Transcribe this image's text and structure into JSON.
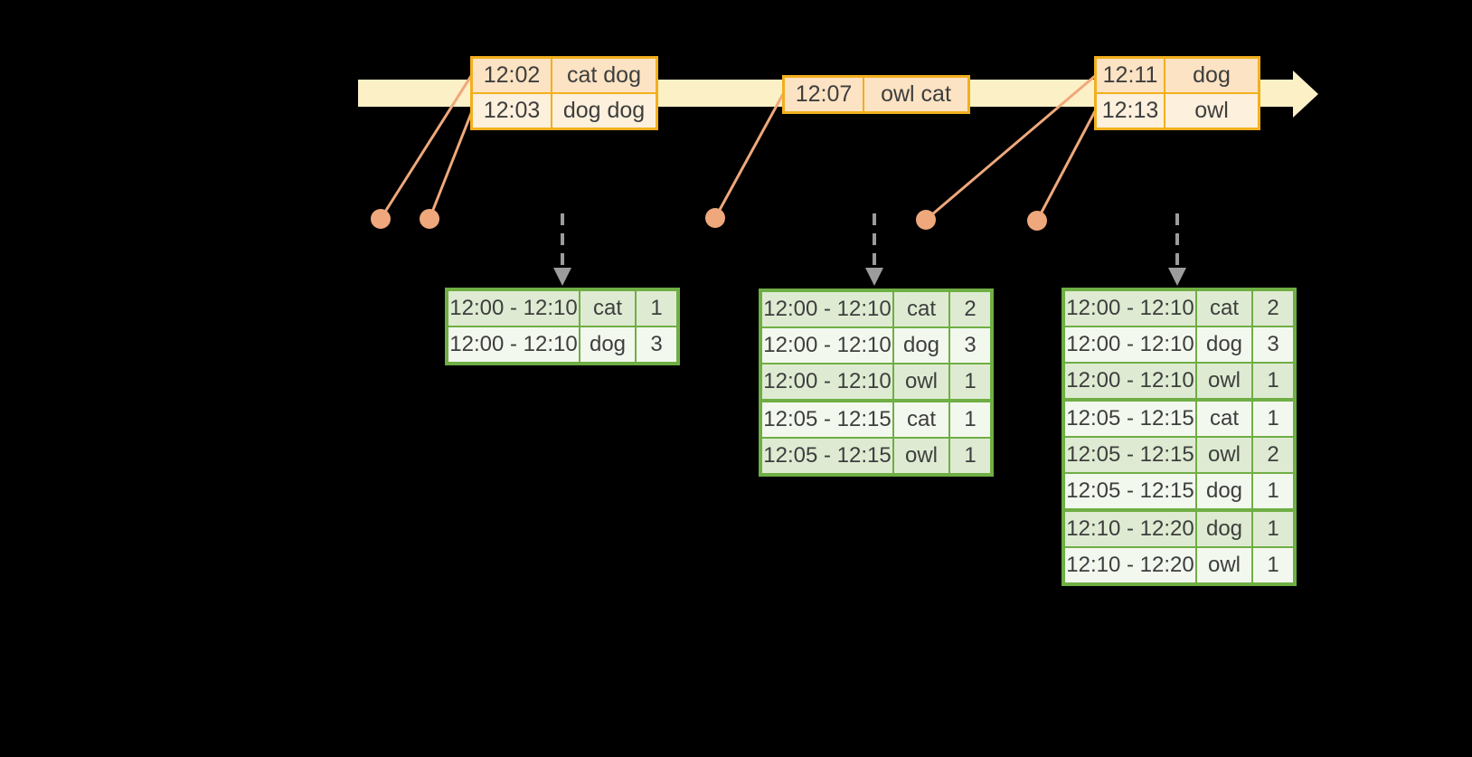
{
  "colors": {
    "bg": "#000000",
    "band": "#fcf0c6",
    "gold": "#f2af1d",
    "peach": "#fbe3c3",
    "cream": "#fdf0dc",
    "salmon": "#efa87b",
    "gray": "#9c9c9c",
    "green": "#6fae44",
    "gdark": "#deebd2",
    "glight": "#f3f8ef",
    "ink": "#3e3e3e"
  },
  "icons": {
    "timeline_arrowhead": "right-arrow-triangle",
    "event_marker": "filled-dot",
    "trigger_arrow": "dashed-down-arrow"
  },
  "timeline": {
    "event_tables": [
      {
        "rows": [
          {
            "time": "12:02",
            "words": "cat dog"
          },
          {
            "time": "12:03",
            "words": "dog dog"
          }
        ]
      },
      {
        "rows": [
          {
            "time": "12:07",
            "words": "owl cat"
          }
        ]
      },
      {
        "rows": [
          {
            "time": "12:11",
            "words": "dog"
          },
          {
            "time": "12:13",
            "words": "owl"
          }
        ]
      }
    ]
  },
  "result_tables": [
    {
      "rows": [
        {
          "window": "12:00 - 12:10",
          "word": "cat",
          "count": "1"
        },
        {
          "window": "12:00 - 12:10",
          "word": "dog",
          "count": "3"
        }
      ]
    },
    {
      "rows": [
        {
          "window": "12:00 - 12:10",
          "word": "cat",
          "count": "2"
        },
        {
          "window": "12:00 - 12:10",
          "word": "dog",
          "count": "3"
        },
        {
          "window": "12:00 - 12:10",
          "word": "owl",
          "count": "1"
        },
        {
          "window": "12:05 - 12:15",
          "word": "cat",
          "count": "1"
        },
        {
          "window": "12:05 - 12:15",
          "word": "owl",
          "count": "1"
        }
      ]
    },
    {
      "rows": [
        {
          "window": "12:00 - 12:10",
          "word": "cat",
          "count": "2"
        },
        {
          "window": "12:00 - 12:10",
          "word": "dog",
          "count": "3"
        },
        {
          "window": "12:00 - 12:10",
          "word": "owl",
          "count": "1"
        },
        {
          "window": "12:05 - 12:15",
          "word": "cat",
          "count": "1"
        },
        {
          "window": "12:05 - 12:15",
          "word": "owl",
          "count": "2"
        },
        {
          "window": "12:05 - 12:15",
          "word": "dog",
          "count": "1"
        },
        {
          "window": "12:10 - 12:20",
          "word": "dog",
          "count": "1"
        },
        {
          "window": "12:10 - 12:20",
          "word": "owl",
          "count": "1"
        }
      ]
    }
  ]
}
